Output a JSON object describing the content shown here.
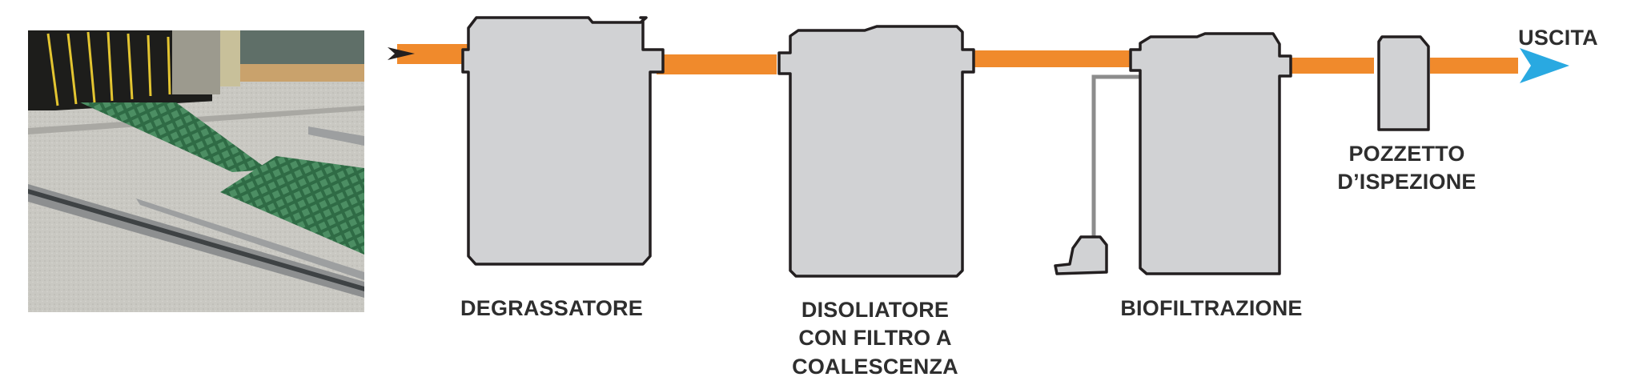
{
  "labels": {
    "exit": "USCITA",
    "degrassatore": "DEGRASSATORE",
    "disoliatore_line1": "DISOLIATORE",
    "disoliatore_line2": "CON FILTRO A",
    "disoliatore_line3": "COALESCENZA",
    "biofiltrazione": "BIOFILTRAZIONE",
    "pozzetto_line1": "POZZETTO",
    "pozzetto_line2": "D’ISPEZIONE"
  },
  "colors": {
    "pipe": "#f08a2c",
    "tank_fill": "#d1d2d4",
    "tank_stroke": "#231f20",
    "inlet_arrow": "#231f20",
    "exit_arrow": "#29a9e1",
    "pump_pipe": "#8c8c8c",
    "label_text": "#2e2e2e"
  },
  "photo": {
    "icon": "car-wash-photo"
  }
}
